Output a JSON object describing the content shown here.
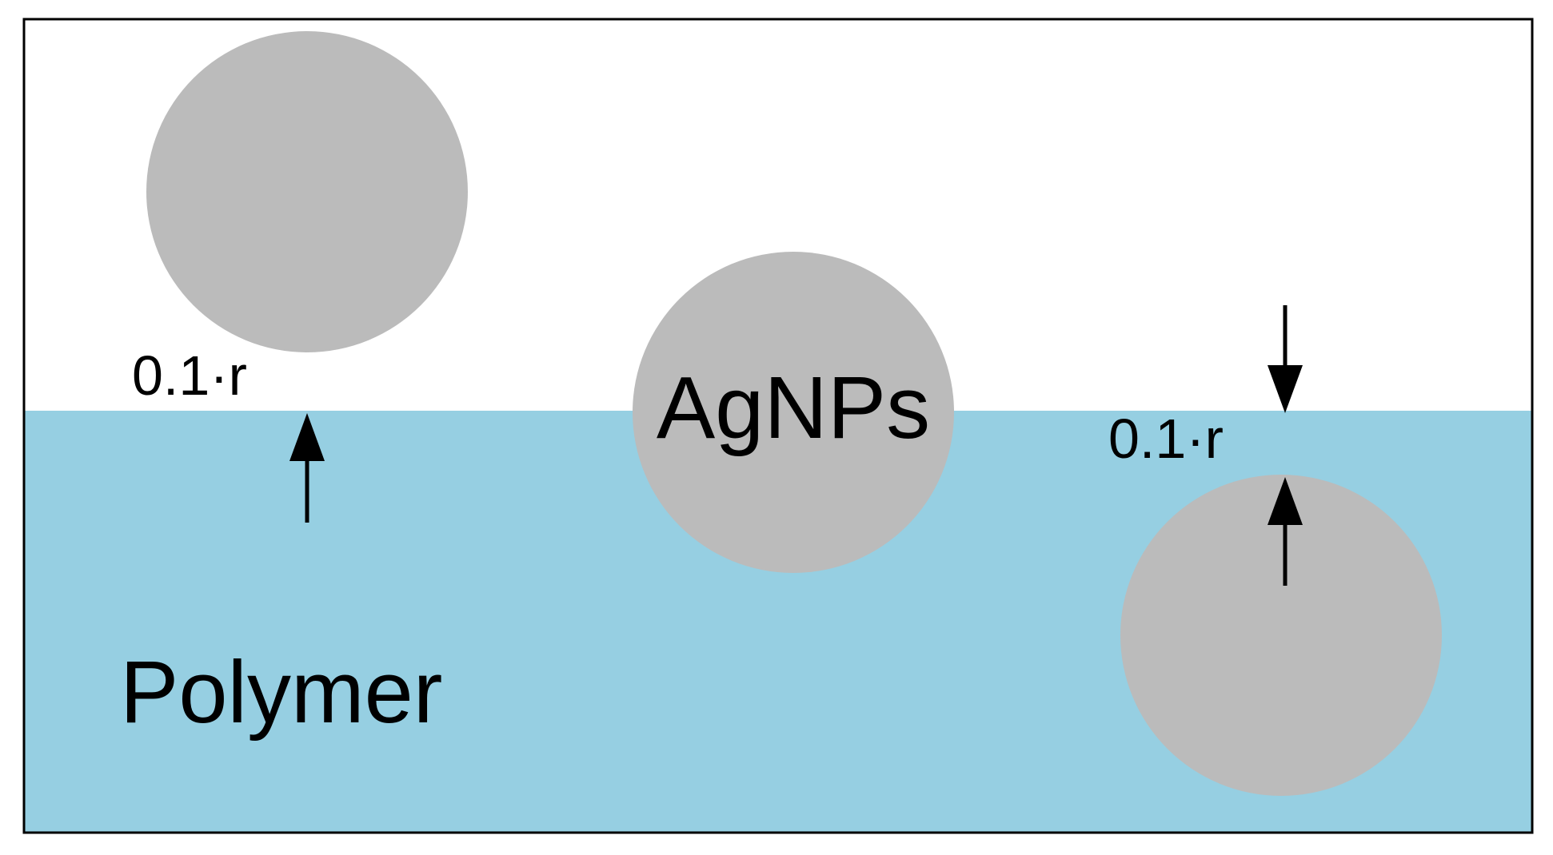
{
  "diagram": {
    "top_region": {
      "color": "#ffffff"
    },
    "polymer_region": {
      "label": "Polymer",
      "color": "#96cfe2"
    },
    "particle": {
      "label": "AgNPs",
      "color": "#bbbbbb"
    },
    "distance_labels": {
      "left": "0.1·r",
      "right": "0.1·r"
    },
    "border_color": "#000000",
    "arrow_color": "#000000"
  }
}
